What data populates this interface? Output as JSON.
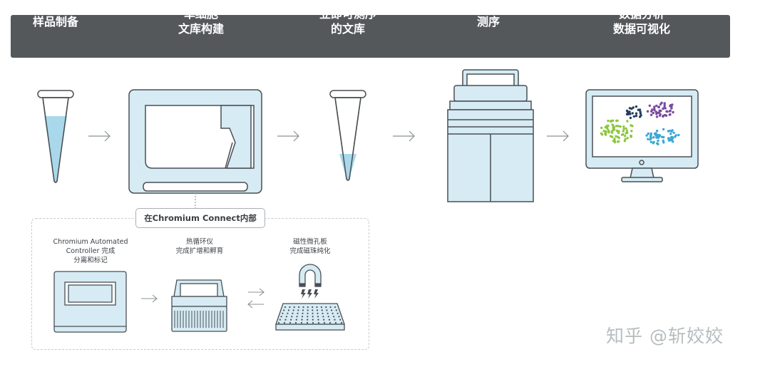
{
  "header": {
    "steps": [
      {
        "lines": [
          "样品制备"
        ]
      },
      {
        "lines": [
          "单细胞",
          "文库构建"
        ]
      },
      {
        "lines": [
          "立即可测序",
          "的文库"
        ]
      },
      {
        "lines": [
          "测序"
        ]
      },
      {
        "lines": [
          "数据分析",
          "数据可视化"
        ]
      }
    ]
  },
  "inner_section": {
    "title": "在Chromium Connect内部",
    "steps": [
      {
        "lines": [
          "Chromium Automated",
          "Controller 完成",
          "分离和标记"
        ]
      },
      {
        "lines": [
          "热循环仪",
          "完成扩增和孵育"
        ]
      },
      {
        "lines": [
          "磁性微孔板",
          "完成磁珠纯化"
        ]
      }
    ]
  },
  "colors": {
    "header_bg": "#55585b",
    "device_fill": "#d6ebf3",
    "device_stroke": "#4a4f54",
    "liquid": "#a9d8ea",
    "cluster_green": "#8cc63f",
    "cluster_navy": "#243e5c",
    "cluster_purple": "#7a4a9e",
    "cluster_cyan": "#3ba7d6"
  },
  "watermark": "知乎 @斩姣姣"
}
